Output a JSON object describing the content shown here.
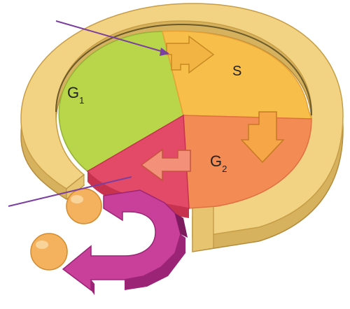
{
  "labels": {
    "g1_main": "G",
    "g1_sub": "1",
    "s": "S",
    "g2_main": "G",
    "g2_sub": "2"
  },
  "colors": {
    "rim": "#f2d283",
    "rim_dark": "#d6b25e",
    "rim_edge": "#c79e45",
    "g1": "#b9d54a",
    "g1_dark": "#94b335",
    "s": "#f8be4a",
    "s_dark": "#e8a234",
    "g2": "#f38b55",
    "g2_dark": "#e07040",
    "m": "#e24a68",
    "m_dark": "#c7324f",
    "arrow_magenta": "#c8409a",
    "arrow_magenta_dark": "#9c2476",
    "ball": "#f4b25e",
    "pointer_line": "#7a3fa0"
  }
}
